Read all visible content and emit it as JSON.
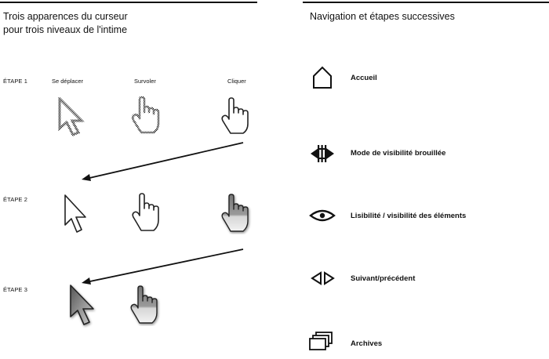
{
  "left_panel": {
    "title_line1": "Trois apparences du curseur",
    "title_line2": "pour trois niveaux de l'intime",
    "columns": [
      "Se déplacer",
      "Survoler",
      "Cliquer"
    ],
    "steps": [
      "ÉTAPE 1",
      "ÉTAPE 2",
      "ÉTAPE 3"
    ]
  },
  "right_panel": {
    "title": "Navigation et étapes successives",
    "items": [
      {
        "label": "Accueil",
        "icon": "home-icon"
      },
      {
        "label": "Mode de visibilité brouillée",
        "icon": "blur-mode-icon"
      },
      {
        "label": "Lisibilité / visibilité des éléments",
        "icon": "eye-icon"
      },
      {
        "label": "Suivant/précédent",
        "icon": "prev-next-icon"
      },
      {
        "label": "Archives",
        "icon": "archives-icon"
      }
    ]
  }
}
